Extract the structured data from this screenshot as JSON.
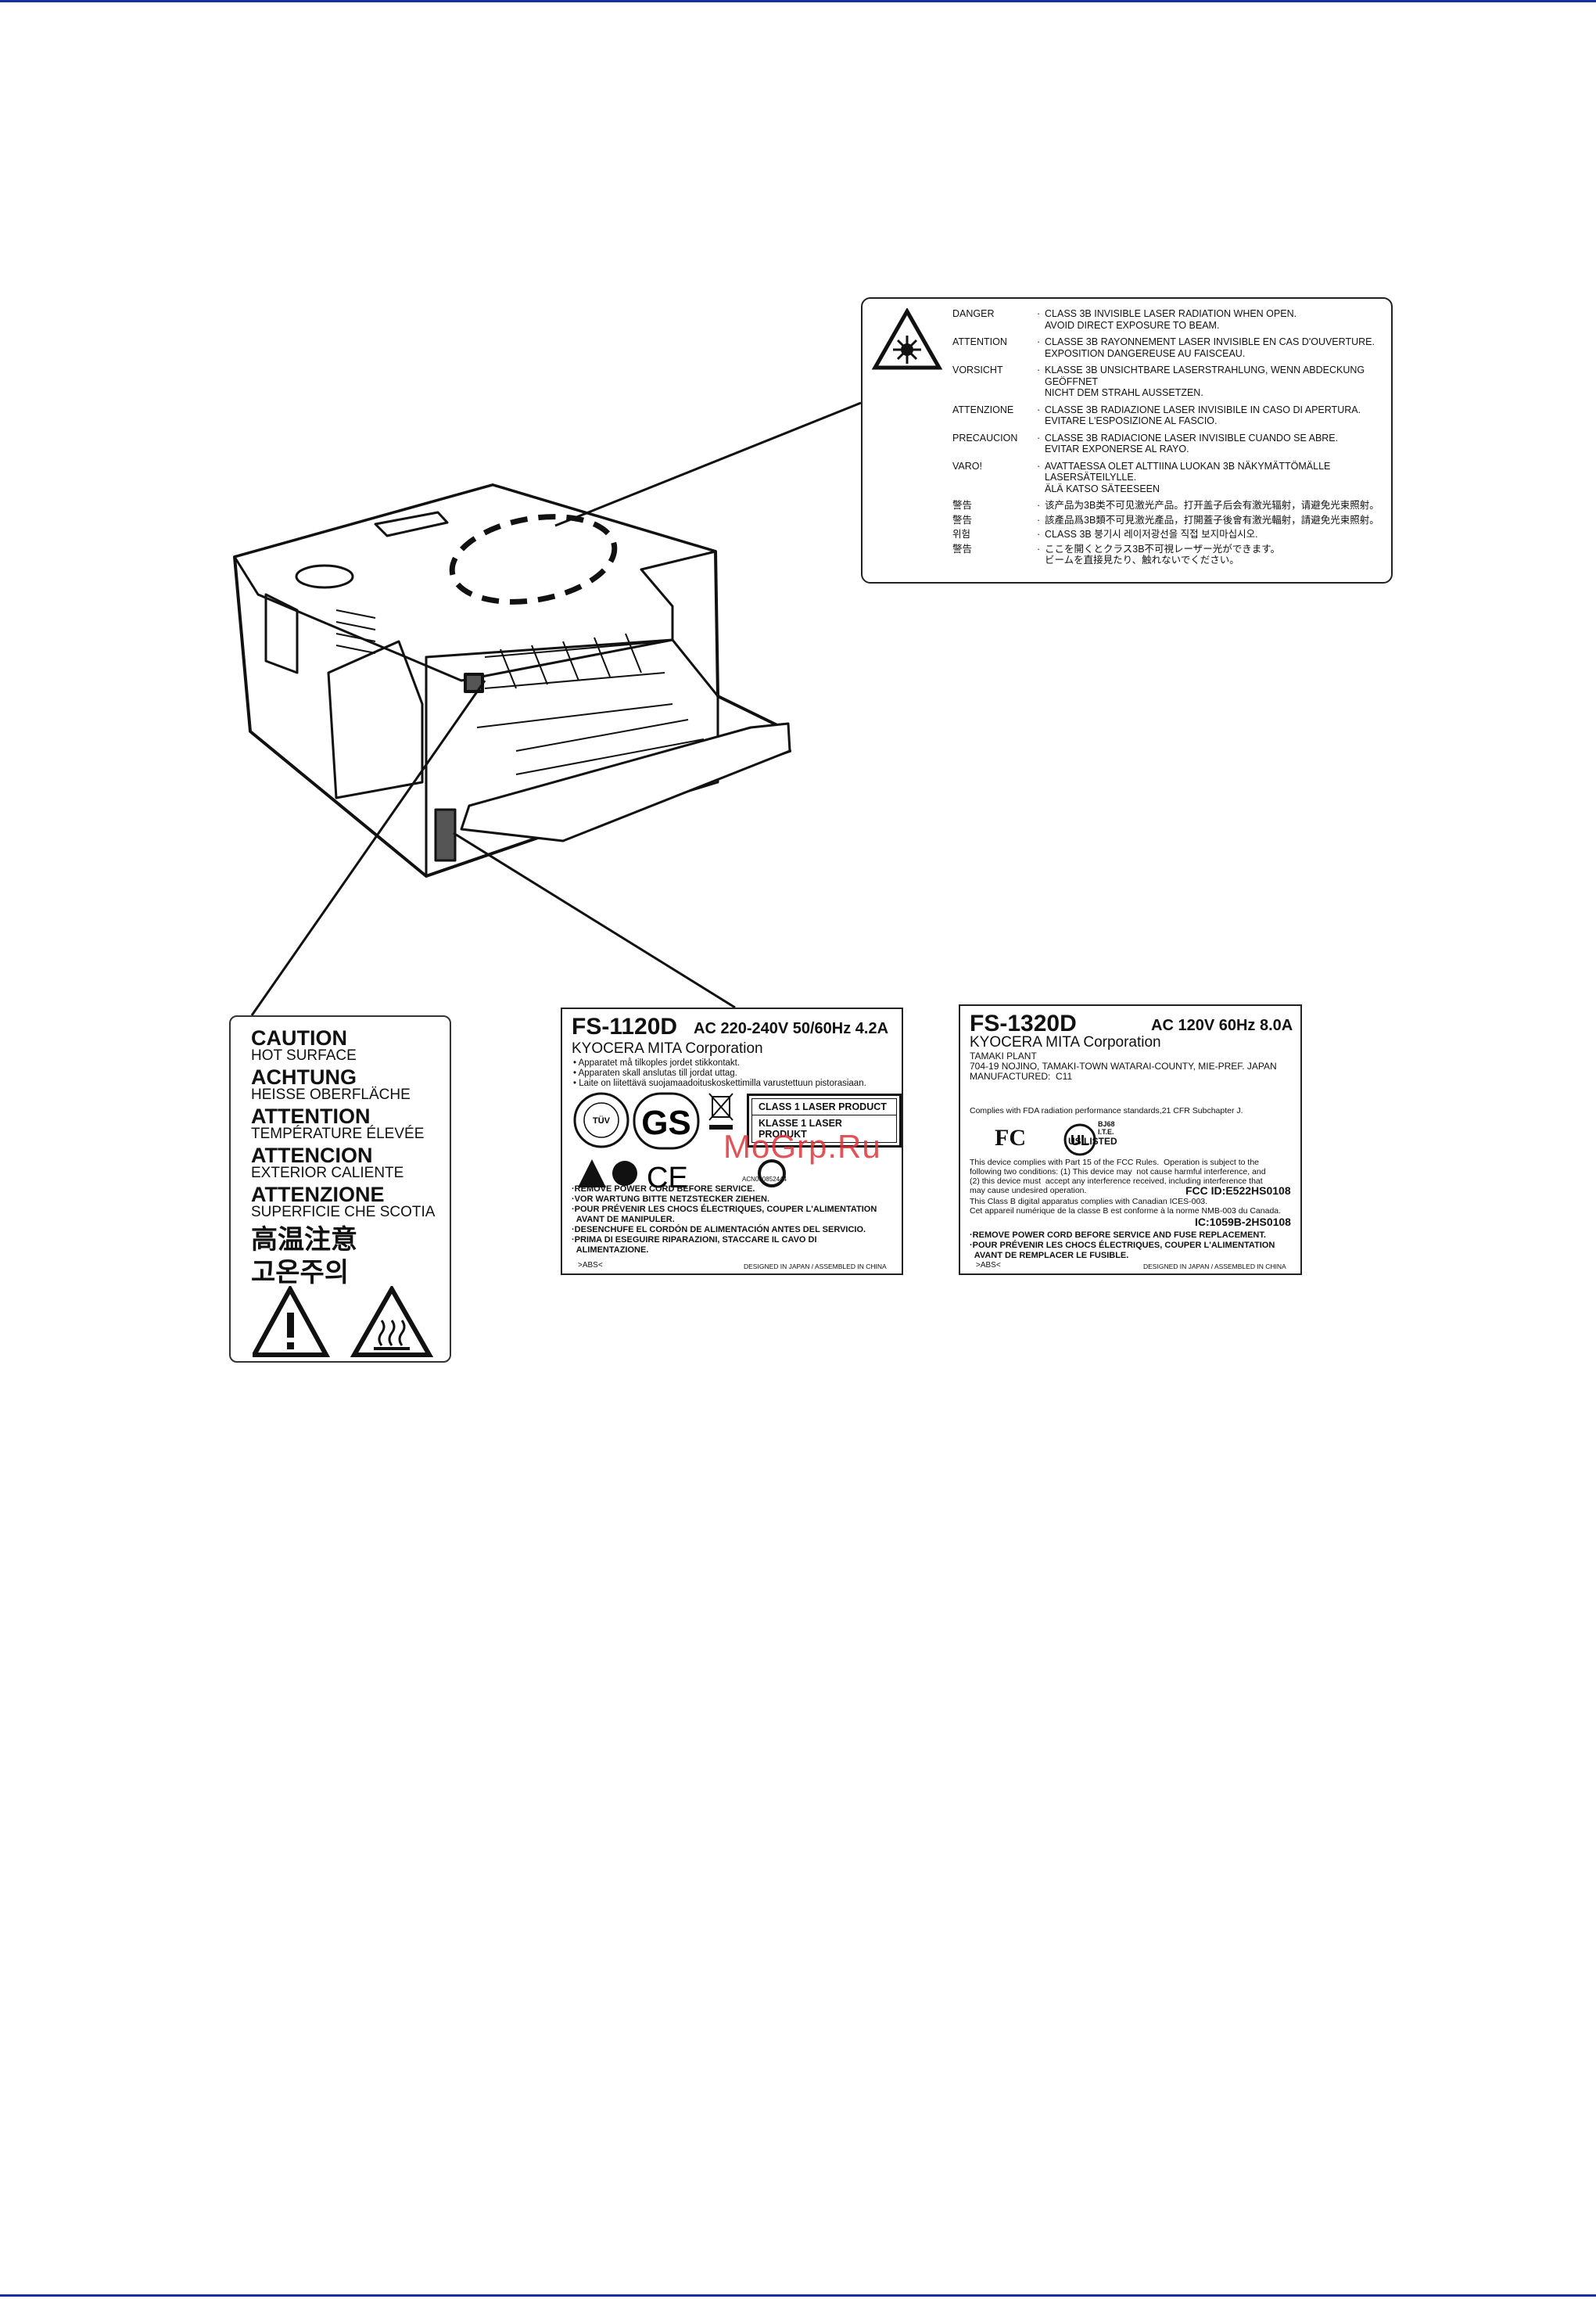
{
  "watermark": "MoGrp.Ru",
  "laser_label": {
    "rows": [
      {
        "lang": "DANGER",
        "text": "CLASS 3B INVISIBLE LASER RADIATION WHEN OPEN.\nAVOID DIRECT EXPOSURE TO BEAM."
      },
      {
        "lang": "ATTENTION",
        "text": "CLASSE 3B RAYONNEMENT LASER INVISIBLE EN CAS D'OUVERTURE.\nEXPOSITION DANGEREUSE AU FAISCEAU."
      },
      {
        "lang": "VORSICHT",
        "text": "KLASSE 3B UNSICHTBARE LASERSTRAHLUNG, WENN ABDECKUNG\nGEÖFFNET\nNICHT DEM STRAHL AUSSETZEN."
      },
      {
        "lang": "ATTENZIONE",
        "text": "CLASSE 3B RADIAZIONE LASER INVISIBILE IN CASO DI APERTURA.\nEVITARE L'ESPOSIZIONE AL FASCIO."
      },
      {
        "lang": "PRECAUCION",
        "text": "CLASSE 3B RADIACIONE LASER INVISIBLE CUANDO SE ABRE.\nEVITAR EXPONERSE AL RAYO."
      },
      {
        "lang": "VARO!",
        "text": "AVATTAESSA OLET ALTTIINA LUOKAN 3B NÄKYMÄTTÖMÄLLE\nLASERSÄTEILYLLE.\nÄLÄ KATSO SÄTEESEEN"
      },
      {
        "lang": "警告",
        "text": "该产品为3B类不可见激光产品。打开盖子后会有激光辐射，请避免光束照射。"
      },
      {
        "lang": "警告",
        "text": "該產品爲3B類不可見激光產品，打開蓋子後會有激光輻射，請避免光束照射。"
      },
      {
        "lang": "위험",
        "text": "CLASS 3B 붕기시 레이저광선을 직접 보지마십시오."
      },
      {
        "lang": "警告",
        "text": "ここを開くとクラス3B不可視レーザー光ができます。\nビームを直接見たり、触れないでください。"
      }
    ]
  },
  "caution_label": {
    "entries": [
      {
        "title": "CAUTION",
        "sub": "HOT SURFACE"
      },
      {
        "title": "ACHTUNG",
        "sub": "HEISSE OBERFLÄCHE"
      },
      {
        "title": "ATTENTION",
        "sub": "TEMPÉRATURE ÉLEVÉE"
      },
      {
        "title": "ATTENCION",
        "sub": "EXTERIOR CALIENTE"
      },
      {
        "title": "ATTENZIONE",
        "sub": "SUPERFICIE CHE SCOTIA"
      }
    ],
    "cjk_1": "高温注意",
    "cjk_2": "고온주의"
  },
  "fs1120": {
    "model": "FS-1120D",
    "power": "AC 220-240V  50/60Hz  4.2A",
    "corp": "KYOCERA MITA Corporation",
    "notes": [
      "• Apparatet må tilkoples jordet stikkontakt.",
      "• Apparaten skall anslutas till jordat uttag.",
      "• Laite on liitettävä suojamaadoituskoskettimilla varustettuun pistorasiaan."
    ],
    "laser_class_1": "CLASS 1 LASER PRODUCT",
    "laser_class_2": "KLASSE 1 LASER PRODUKT",
    "code": "ACN000852444",
    "warnings": [
      "·REMOVE POWER CORD BEFORE SERVICE.",
      "·VOR WARTUNG BITTE NETZSTECKER ZIEHEN.",
      "·POUR PRÉVENIR LES CHOCS ÉLECTRIQUES, COUPER L'ALIMENTATION\n  AVANT DE MANIPULER.",
      "·DESENCHUFE EL CORDÓN DE ALIMENTACIÓN ANTES DEL SERVICIO.",
      "·PRIMA DI ESEGUIRE RIPARAZIONI, STACCARE IL CAVO DI\n  ALIMENTAZIONE."
    ],
    "abs": ">ABS<",
    "origin": "DESIGNED IN JAPAN / ASSEMBLED IN CHINA"
  },
  "fs1320": {
    "model": "FS-1320D",
    "power": "AC 120V  60Hz  8.0A",
    "corp": "KYOCERA MITA Corporation",
    "address": [
      "TAMAKI PLANT",
      "704-19 NOJINO, TAMAKI-TOWN WATARAI-COUNTY, MIE-PREF. JAPAN",
      "MANUFACTURED:  C11"
    ],
    "fda": "Complies with FDA radiation performance standards,21 CFR Subchapter J.",
    "fcc_logo": "FC",
    "ul_text": "US LISTED",
    "ul_code": "BJ68\nI.T.E.",
    "fcc_rules": [
      "This device complies with Part 15 of the FCC Rules.  Operation is subject to the",
      "following two conditions: (1) This device may  not cause harmful interference, and",
      "(2) this device must  accept any interference received, including interference that",
      "may cause undesired operation."
    ],
    "fcc_id": "FCC ID:E522HS0108",
    "canada": [
      "This Class B digital apparatus complies with Canadian ICES-003.",
      "Cet appareil numérique de la classe B est conforme à la norme NMB-003 du Canada."
    ],
    "ic": "IC:1059B-2HS0108",
    "warnings": [
      "·REMOVE POWER CORD BEFORE SERVICE AND FUSE REPLACEMENT.",
      "·POUR PRÉVENIR LES CHOCS ÉLECTRIQUES, COUPER L'ALIMENTATION\n  AVANT DE REMPLACER LE FUSIBLE."
    ],
    "abs": ">ABS<",
    "origin": "DESIGNED IN JAPAN / ASSEMBLED IN CHINA"
  }
}
